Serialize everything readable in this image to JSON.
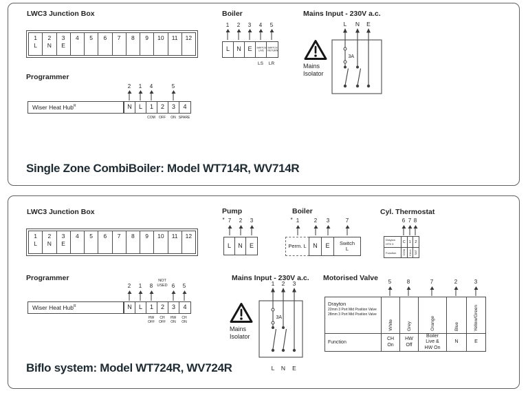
{
  "p1": {
    "title": "Single Zone CombiBoiler: Model WT714R, WV714R",
    "junction": {
      "label": "LWC3 Junction Box",
      "nums": [
        "1",
        "2",
        "3",
        "4",
        "5",
        "6",
        "7",
        "8",
        "9",
        "10",
        "11",
        "12"
      ],
      "subs": [
        "L",
        "N",
        "E",
        "",
        "",
        "",
        "",
        "",
        "",
        "",
        "",
        ""
      ]
    },
    "boiler": {
      "label": "Boiler",
      "nums": [
        "1",
        "2",
        "3",
        "4",
        "5"
      ],
      "cells": [
        "L",
        "N",
        "E",
        "SWITCH LIVE",
        "SWITCH RETURN"
      ],
      "subs": [
        "LS",
        "LR"
      ]
    },
    "mains": {
      "label": "Mains Input - 230V a.c.",
      "warn1": "Mains",
      "warn2": "Isolator",
      "fuse": "3A",
      "wires": [
        "L",
        "N",
        "E"
      ]
    },
    "programmer": {
      "label": "Programmer",
      "device": "Wiser Heat Hub",
      "device_sup": "R",
      "nums": [
        "2",
        "1",
        "4",
        "5"
      ],
      "cells": [
        "N",
        "L",
        "1",
        "2",
        "3",
        "4"
      ],
      "funcs": [
        "COM",
        "OFF",
        "ON",
        "SPARE"
      ]
    }
  },
  "p2": {
    "title": "Biflo system: Model WT724R, WV724R",
    "junction": {
      "label": "LWC3 Junction Box",
      "nums": [
        "1",
        "2",
        "3",
        "4",
        "5",
        "6",
        "7",
        "8",
        "9",
        "10",
        "11",
        "12"
      ],
      "subs": [
        "L",
        "N",
        "E",
        "",
        "",
        "",
        "",
        "",
        "",
        "",
        "",
        ""
      ]
    },
    "pump": {
      "label": "Pump",
      "star": "*",
      "nums": [
        "7",
        "2",
        "3"
      ],
      "cells": [
        "L",
        "N",
        "E"
      ]
    },
    "boiler": {
      "label": "Boiler",
      "star": "*",
      "nums": [
        "1",
        "2",
        "3",
        "7"
      ],
      "cells": [
        "Perm. L",
        "N",
        "E",
        "Switch L"
      ]
    },
    "cyl": {
      "label": "Cyl. Thermostat",
      "nums": [
        "6",
        "7",
        "8"
      ],
      "maker": "Drayton",
      "model": "HTS 3",
      "cols": [
        "C",
        "1",
        "2"
      ],
      "func_label": "Function",
      "funcs": [
        "COM",
        "CALL",
        "SAT"
      ]
    },
    "programmer": {
      "label": "Programmer",
      "device": "Wiser Heat Hub",
      "device_sup": "R",
      "nums": [
        "2",
        "1",
        "8",
        "6",
        "5"
      ],
      "not_used_1": "NOT",
      "not_used_2": "USED",
      "cells": [
        "N",
        "L",
        "1",
        "2",
        "3",
        "4"
      ],
      "funcs": [
        "HW OFF",
        "CH OFF",
        "HW ON",
        "CH ON"
      ]
    },
    "mains": {
      "label": "Mains Input - 230V a.c.",
      "warn1": "Mains",
      "warn2": "Isolator",
      "fuse": "3A",
      "top_wires": [
        "1",
        "2",
        "3"
      ],
      "bottom_wires": [
        "L",
        "N",
        "E"
      ]
    },
    "valve": {
      "label": "Motorised Valve",
      "nums": [
        "5",
        "8",
        "7",
        "2",
        "3"
      ],
      "maker": "Drayton",
      "sub1": "22mm 3 Port Mid Position Valve",
      "sub2": "28mm 3 Port Mid Position Valve",
      "colors": [
        "White",
        "Grey",
        "Orange",
        "Blue",
        "Yellow/Green"
      ],
      "func_label": "Function",
      "funcs": [
        "CH On",
        "HW Off",
        "Boiler Live & HW On",
        "N",
        "E"
      ]
    }
  }
}
